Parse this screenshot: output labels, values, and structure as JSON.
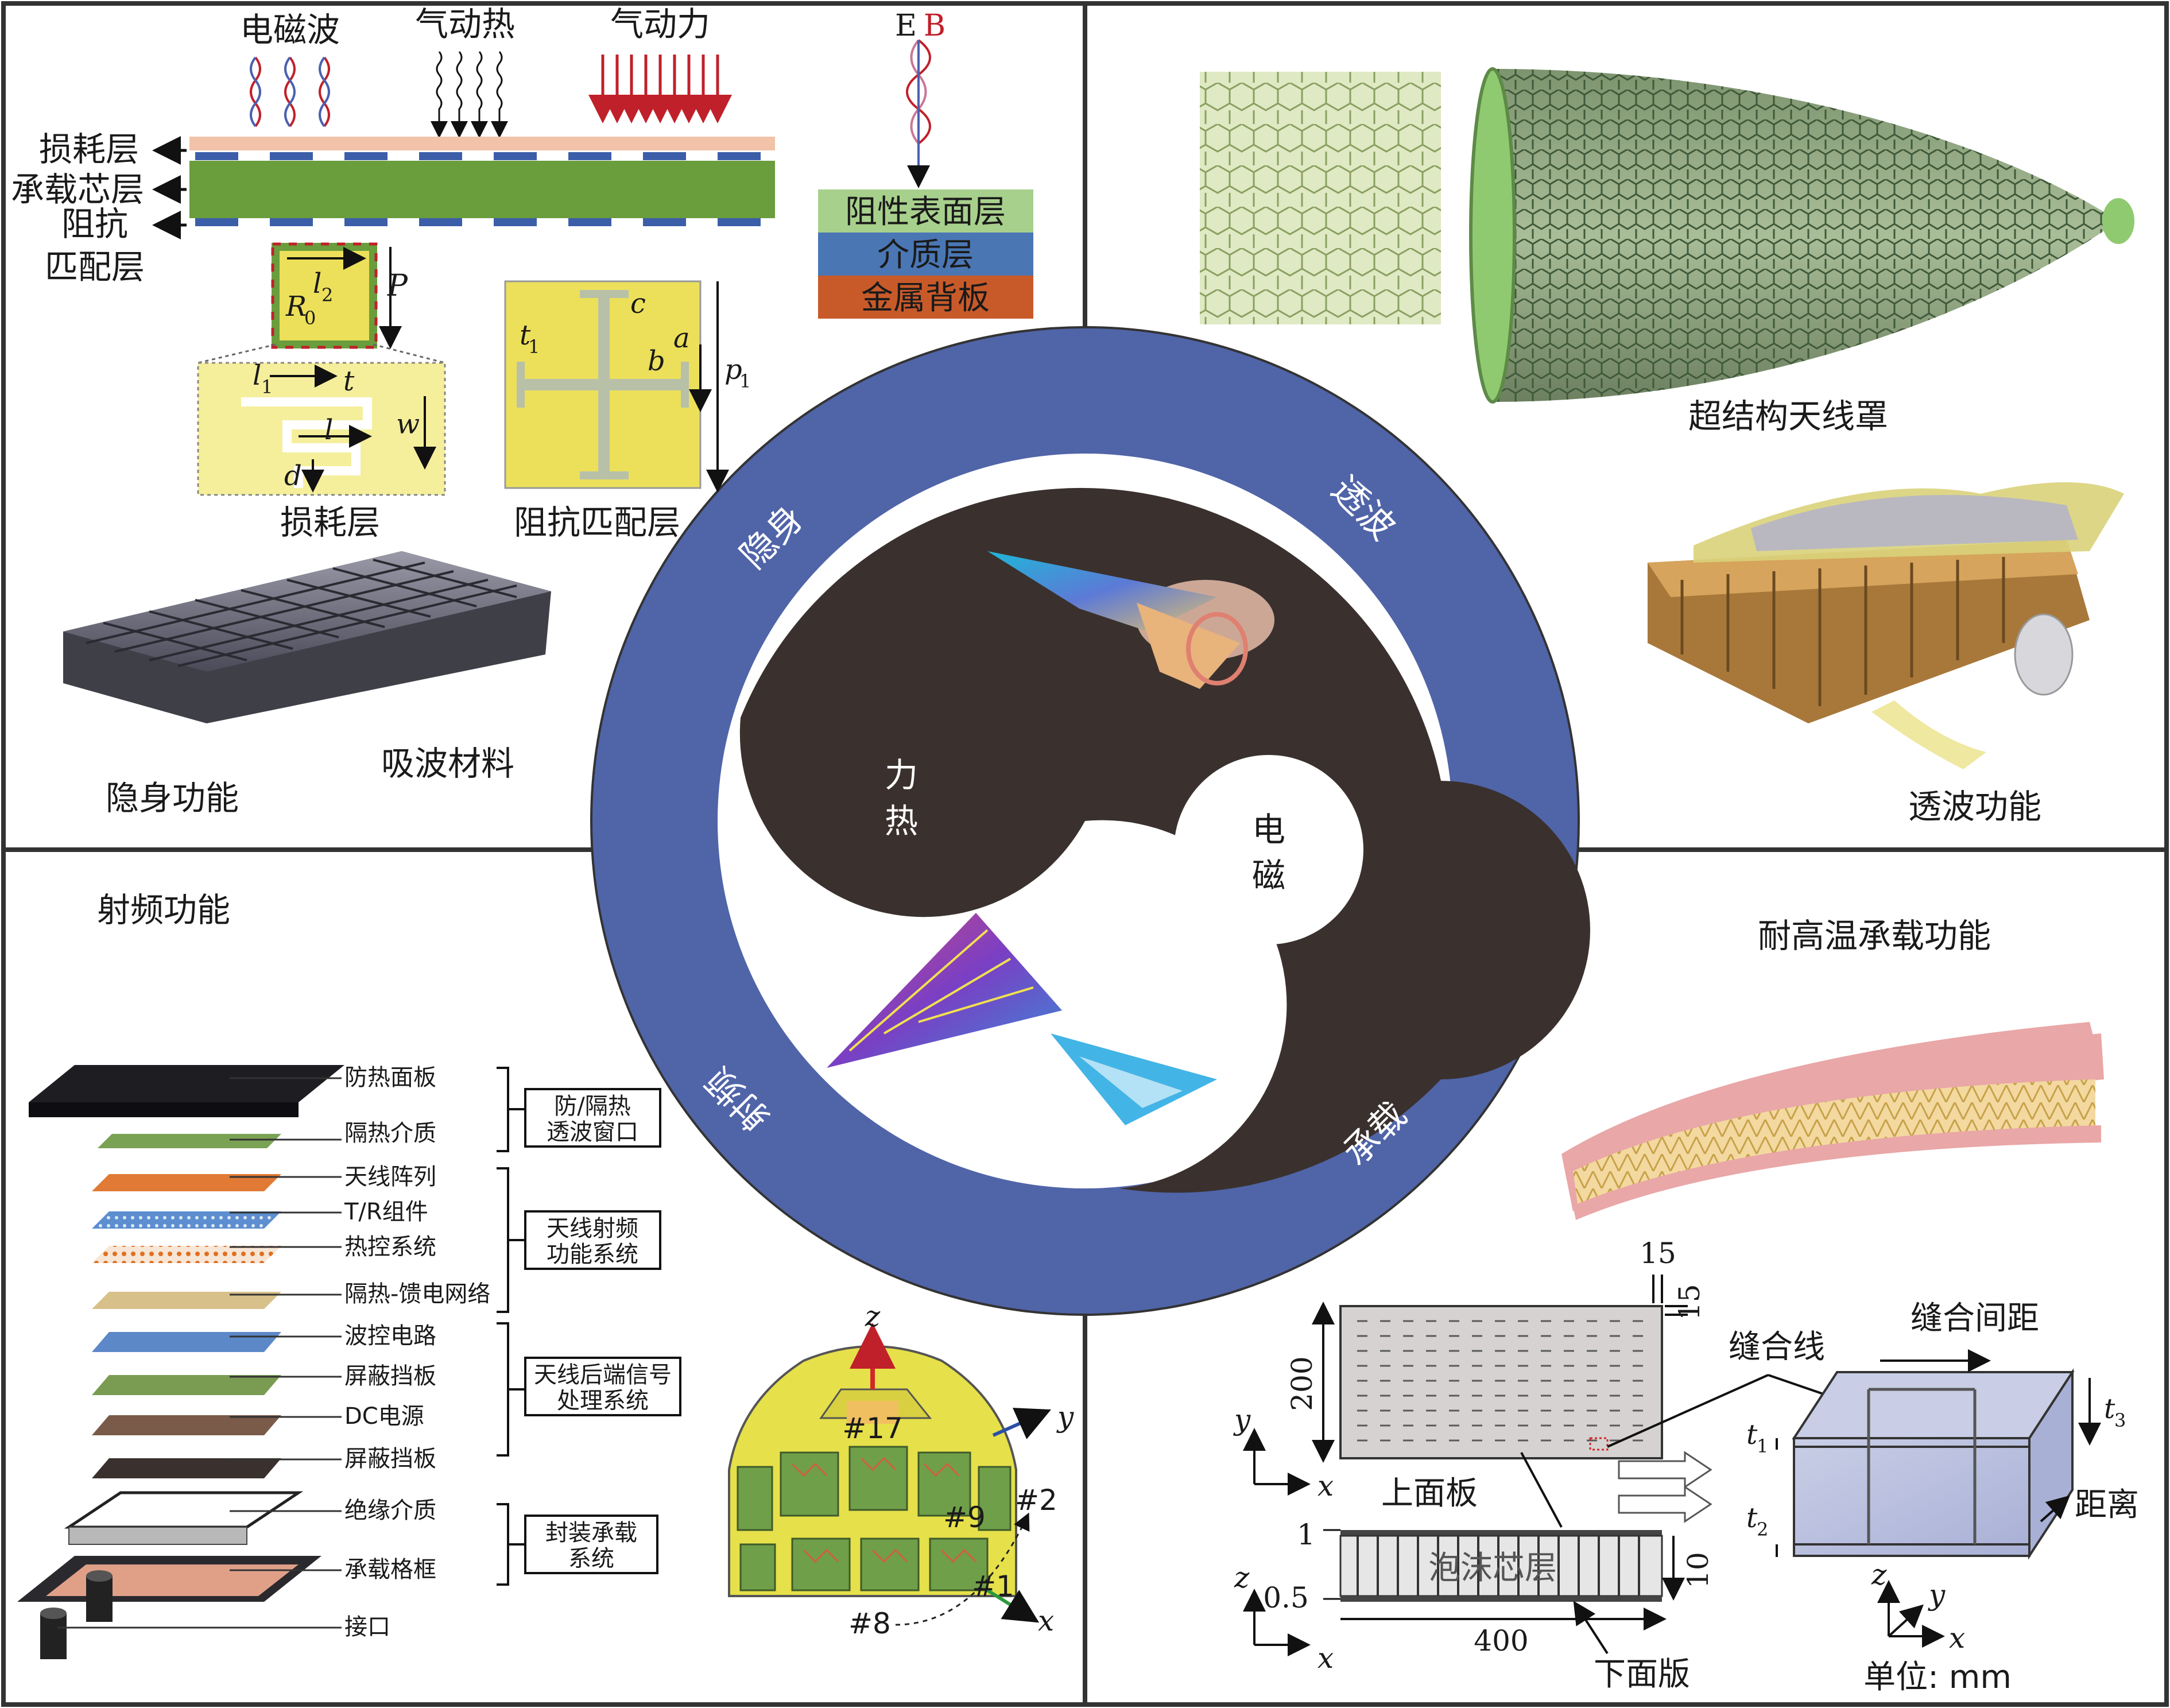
{
  "center": {
    "ring": {
      "top_left": "隐身",
      "top_right": "透波",
      "bottom_left": "射频",
      "bottom_right": "承载"
    },
    "yin_label": [
      "力",
      "热"
    ],
    "yang_label": [
      "电",
      "磁"
    ]
  },
  "top_left": {
    "waves": [
      "电磁波",
      "气动热",
      "气动力"
    ],
    "eb": {
      "e": "E",
      "b": "B"
    },
    "layers_left": [
      "损耗层",
      "承载芯层",
      "阻抗",
      "匹配层"
    ],
    "stack": [
      "阻性表面层",
      "介质层",
      "金属背板"
    ],
    "unit_labels": {
      "p": "P",
      "l2": "l",
      "l2_sub": "2",
      "r0": "R",
      "r0_sub": "0",
      "l1": "l",
      "l1_sub": "1",
      "t": "t",
      "w": "w",
      "l": "l",
      "d": "d"
    },
    "imp_labels": {
      "c": "c",
      "t1": "t",
      "t1_sub": "1",
      "b": "b",
      "a": "a",
      "p1": "p",
      "p1_sub": "1"
    },
    "captions": [
      "损耗层",
      "阻抗匹配层"
    ],
    "bottom": [
      "吸波材料",
      "隐身功能"
    ]
  },
  "top_right": {
    "radome": "超结构天线罩",
    "function": "透波功能"
  },
  "bottom_left": {
    "title": "射频功能",
    "layers": [
      "防热面板",
      "隔热介质",
      "天线阵列",
      "T/R组件",
      "热控系统",
      "隔热-馈电网络",
      "波控电路",
      "屏蔽挡板",
      "DC电源",
      "屏蔽挡板",
      "绝缘介质",
      "承载格框",
      "接口"
    ],
    "groups": [
      [
        "防/隔热",
        "透波窗口"
      ],
      [
        "天线射频",
        "功能系统"
      ],
      [
        "天线后端信号",
        "处理系统"
      ],
      [
        "封装承载",
        "系统"
      ]
    ],
    "axes": {
      "z": "z",
      "y": "y",
      "x": "x"
    },
    "tags": [
      "#17",
      "#9",
      "#2",
      "#1",
      "#8"
    ]
  },
  "bottom_right": {
    "title": "耐高温承载功能",
    "dims": [
      "15",
      "15",
      "200",
      "400",
      "10",
      "1",
      "0.5"
    ],
    "labels": [
      "缝合线",
      "缝合间距",
      "上面板",
      "泡沫芯层",
      "下面版",
      "距离"
    ],
    "unit": "单位: mm",
    "t_labels": {
      "t1": "t",
      "t1_sub": "1",
      "t2": "t",
      "t2_sub": "2",
      "t3": "t",
      "t3_sub": "3"
    },
    "axes": {
      "y": "y",
      "x": "x",
      "z": "z"
    }
  },
  "colors": {
    "ring": "#5064a8",
    "yin": "#3a312e",
    "border": "#333333",
    "green_core": "#6a9d3c",
    "loss_layer": "#f2c3a8",
    "resistive": "#a8d08d",
    "dielectric": "#4a76b4",
    "metal": "#c85a2a",
    "yellow_cell": "#ece05a",
    "honeycomb": "#dfe9c4",
    "pink_panel": "#e9a7a8"
  }
}
